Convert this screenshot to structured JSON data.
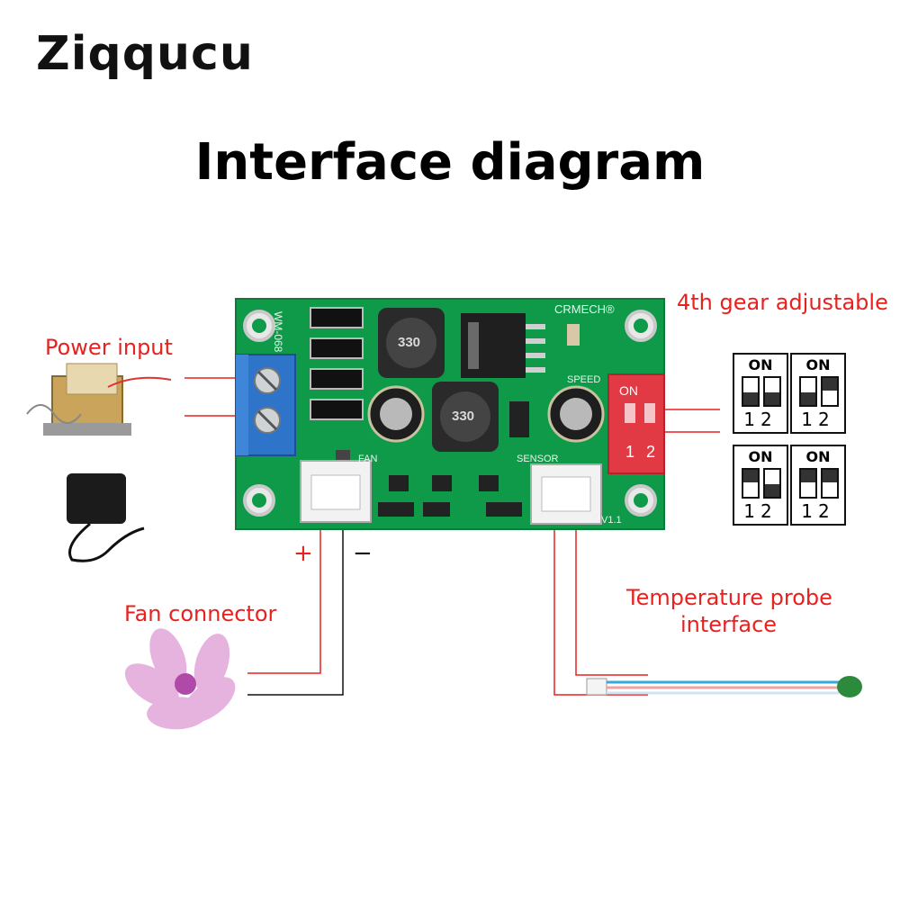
{
  "brand": {
    "name": "Ziqqucu"
  },
  "title": "Interface diagram",
  "labels": {
    "power_input": "Power input",
    "gear": "4th gear adjustable",
    "fan": "Fan connector",
    "temp_line1": "Temperature probe",
    "temp_line2": "interface",
    "plus": "+",
    "minus": "−"
  },
  "board": {
    "model": "WM-068",
    "maker": "CRMECH®",
    "inductor1": "330",
    "inductor2": "330",
    "speed": "SPEED",
    "fan_port": "FAN",
    "sensor_port": "SENSOR",
    "version": "V1.1",
    "dip_on": "ON",
    "dip_1": "1",
    "dip_2": "2"
  },
  "dip_settings": [
    {
      "on": "ON",
      "nums": "12",
      "sw1": "down",
      "sw2": "down"
    },
    {
      "on": "ON",
      "nums": "12",
      "sw1": "down",
      "sw2": "up"
    },
    {
      "on": "ON",
      "nums": "12",
      "sw1": "up",
      "sw2": "down"
    },
    {
      "on": "ON",
      "nums": "12",
      "sw1": "up",
      "sw2": "up"
    }
  ],
  "colors": {
    "label_red": "#e8211f",
    "pcb_green": "#0f9a4a",
    "terminal_blue": "#2e74c9",
    "dip_red": "#e23a45",
    "brand_blue": "#2a7fb0"
  }
}
